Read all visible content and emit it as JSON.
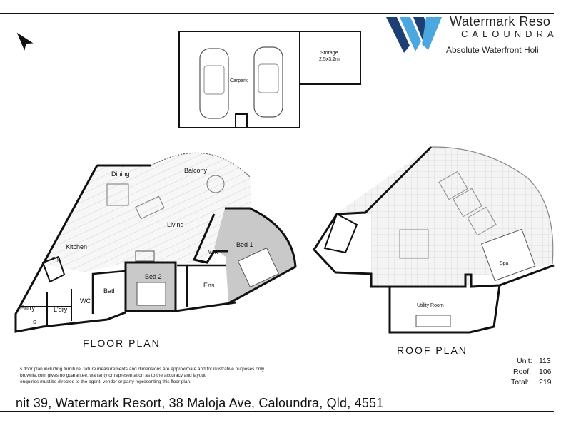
{
  "brand": {
    "name": "Watermark Reso",
    "location": "CALOUNDRA",
    "tagline": "Absolute Waterfront Holi",
    "logo_colors": {
      "dark": "#1d3f73",
      "light": "#4aa8df"
    }
  },
  "compass": {
    "label": "N",
    "icon": "north-arrow-icon"
  },
  "carpark": {
    "label": "Carpark"
  },
  "storage": {
    "label": "Storage",
    "size": "2.5x3.2m"
  },
  "floor_plan": {
    "title": "FLOOR PLAN",
    "rooms": {
      "dining": "Dining",
      "balcony": "Balcony",
      "living": "Living",
      "kitchen": "Kitchen",
      "pantry": "Pty",
      "bed1": "Bed 1",
      "wir": "WIR",
      "bed2": "Bed 2",
      "bath": "Bath",
      "ensuite": "Ens",
      "entry": "Entry",
      "laundry": "L'dry",
      "wc": "WC",
      "storage": "S"
    }
  },
  "roof_plan": {
    "title": "ROOF PLAN",
    "rooms": {
      "spa": "Spa",
      "utility": "Utility Room"
    }
  },
  "areas": [
    {
      "label": "Unit:",
      "value": "113"
    },
    {
      "label": "Roof:",
      "value": "106"
    },
    {
      "label": "Total:",
      "value": "219"
    }
  ],
  "disclaimer": [
    "s floor plan including furniture, fixture measurements and dimensions are approximate and for illustrative purposes only.",
    "brownie.com gives no guarantee, warranty or representation as to the accuracy and layout.",
    "enquiries must be directed to the agent, vendor or party representing this floor plan."
  ],
  "address": "nit 39, Watermark Resort, 38 Maloja Ave, Caloundra, Qld, 4551"
}
